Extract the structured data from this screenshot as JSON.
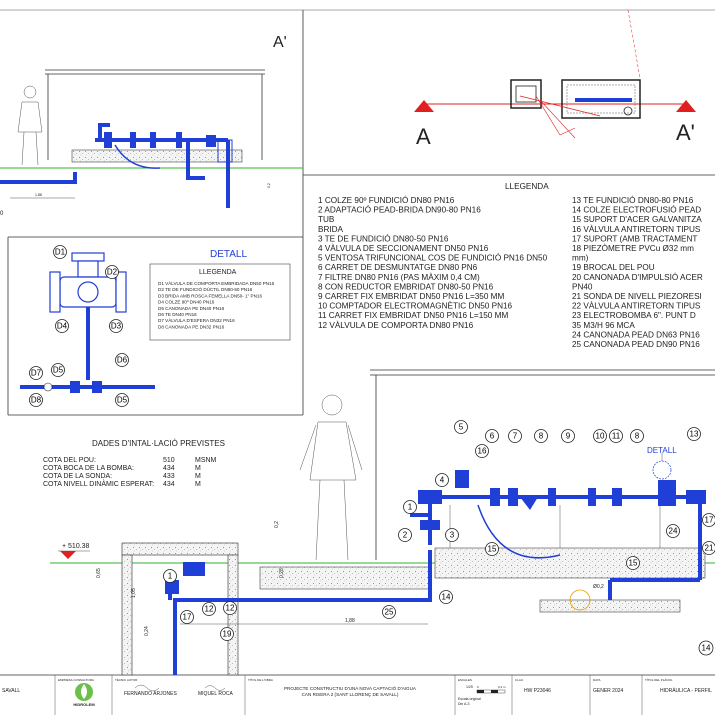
{
  "section_labels": {
    "a_prime_top": "A'",
    "a_left": "A",
    "a_prime_right": "A'"
  },
  "legend": {
    "title": "LLEGENDA",
    "left": [
      "1  COLZE 90º FUNDICIÓ DN80 PN16",
      "2  ADAPTACIÓ PEAD-BRIDA DN90-80 PN16",
      "      TUB",
      "      BRIDA",
      "3  TE DE FUNDICIÓ DN80-50 PN16",
      "4  VÀLVULA DE SECCIONAMENT DN50 PN16",
      "5  VENTOSA TRIFUNCIONAL COS DE FUNDICIÓ PN16 DN50",
      "6   CARRET DE DESMUNTATGE DN80 PN6",
      "7  FILTRE DN80 PN16 (PAS MÀXIM 0,4 CM)",
      "8     CON REDUCTOR EMBRIDAT DN80-50 PN16",
      "9     CARRET FIX EMBRIDAT DN50 PN16 L=350 MM",
      "10    COMPTADOR ELECTROMAGNÈTIC DN50 PN16",
      "11 CARRET FIX EMBRIDAT DN50 PN16 L=150 MM",
      "12  VÀLVULA DE COMPORTA DN80 PN16"
    ],
    "right": [
      "13 TE FUNDICIÓ DN80-80 PN16",
      "14 COLZE ELECTROFUSIÓ PEAD",
      "15 SUPORT D'ACER GALVANITZA",
      "16 VÀLVULA ANTIRETORN TIPUS",
      "17 SUPORT (AMB TRACTAMENT",
      "18 PIEZÒMETRE PVCu Ø32 mm",
      "mm)",
      "19 BROCAL DEL POU",
      "20 CANONADA D'IMPULSIÓ ACER",
      "PN40",
      "21 SONDA DE NIVELL PIEZORESI",
      "22 VÀLVULA ANTIRETORN TIPUS",
      "23 ELECTROBOMBA 6\". PUNT D",
      "    35 M3/H  96 MCA",
      "24 CANONADA PEAD DN63 PN16",
      "25 CANONADA PEAD DN90 PN16"
    ]
  },
  "detall": {
    "title": "DETALL",
    "legend_title": "LLEGENDA",
    "items": [
      "D1  VÀLVULA DE COMPORTA EMBRIDADA DN50 PN16",
      "D2  TE DE FUNDICIÓ DÚCTIL DN80-50 PN16",
      "D3  BRIDA AMB ROSCA FEMELLA DN50- 1\" PN16",
      "D4  COLZE 90º DN40 PN16",
      "D5  CANONADA PE DN40 PN16",
      "D6  TE DN40 PN16",
      "D7  VÀLVULA D'ESFERA DN32 PN16",
      "D8  CANONADA PE DN32 PN16"
    ],
    "markers": [
      "D1",
      "D2",
      "D3",
      "D4",
      "D5",
      "D6",
      "D7",
      "D8",
      "D5"
    ]
  },
  "install": {
    "title": "DADES D'INTAL·LACIÓ PREVISTES",
    "rows": [
      {
        "label": "COTA DEL POU:",
        "value": "510",
        "unit": "MSNM"
      },
      {
        "label": "COTA BOCA DE LA BOMBA:",
        "value": "434",
        "unit": "M"
      },
      {
        "label": "COTA DE LA SONDA:",
        "value": "433",
        "unit": "M"
      },
      {
        "label": "COTA NIVELL DINÀMIC ESPERAT:",
        "value": "434",
        "unit": "M"
      }
    ]
  },
  "dims": {
    "level": "+ 510.38",
    "d065": "0,65",
    "d105": "1,05",
    "d024": "0,24",
    "d028": "0,28",
    "d02": "0,2",
    "d188": "1,88",
    "d02b": "Ø0,2",
    "top_02": "0,2",
    "top_188": "1,88",
    "top_0": "0"
  },
  "detall_tag": "DETALL",
  "callouts_main": [
    "5",
    "6",
    "7",
    "8",
    "9",
    "10",
    "11",
    "8",
    "13",
    "4",
    "3",
    "2",
    "1",
    "16",
    "15",
    "15",
    "12",
    "14",
    "25",
    "24",
    "21",
    "17",
    "12",
    "19",
    "1",
    "17"
  ],
  "callout_bottom_right": "14",
  "title_block": {
    "left_name": "SAVALL",
    "consultant_label": "EMPRESA CONSULTORA",
    "consultant": "HIDROLEM",
    "author_label": "TÈCNIC AUTOR",
    "author1": "FERNANDO ARJONES",
    "author2": "MIQUEL ROCA",
    "project_label": "TÍTOL DE L'OBRA",
    "project1": "PROJECTE CONSTRUCTIU D'UNA NOVA CAPTACIÓ D'AIGUA",
    "project2": "CAN RISERA 2 (SANT LLORENÇ DE SAVALL)",
    "scale_label": "ESCALES",
    "scale_ratio": "1/25",
    "scale_zero": "0",
    "scale_end": "0,3 m",
    "scale_note1": "Escala original",
    "scale_note2": "Din A-3",
    "code_label": "CLAU",
    "code": "HW P23046",
    "date_label": "DATA",
    "date": "GENER 2024",
    "plan_label": "TÍTOL DEL PLÀNOL",
    "plan": "HIDRÀULICA - PERFIL"
  },
  "colors": {
    "pipe": "#1f3fd6",
    "section_red": "#e02020",
    "grass": "#2db52d"
  }
}
